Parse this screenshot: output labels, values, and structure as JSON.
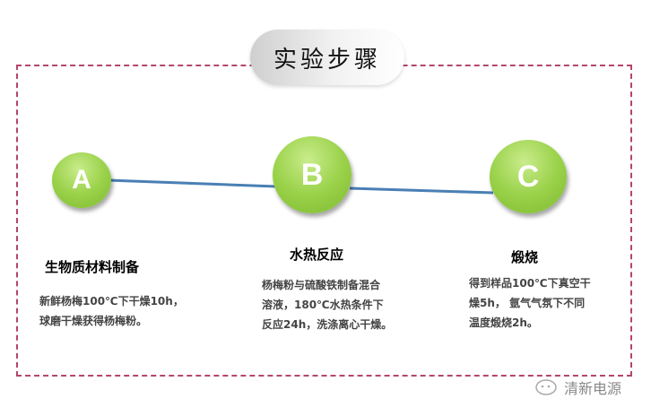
{
  "title": "实验步骤",
  "steps": [
    {
      "letter": "A",
      "heading": "生物质材料制备",
      "lines": [
        "新鲜杨梅100℃下干燥10h，",
        "球磨干燥获得杨梅粉。"
      ]
    },
    {
      "letter": "B",
      "heading": "水热反应",
      "lines": [
        "杨梅粉与硫酸铁制备混合",
        "溶液，180℃水热条件下",
        "反应24h，洗涤离心干燥。"
      ]
    },
    {
      "letter": "C",
      "heading": "煅烧",
      "lines": [
        "得到样品100℃下真空干",
        "燥5h， 氩气气氛下不同",
        "温度煅烧2h。"
      ]
    }
  ],
  "watermark": "清新电源",
  "colors": {
    "frame": "#b4456e",
    "line": "#4a7fb5",
    "circle": "#9bd24b"
  }
}
